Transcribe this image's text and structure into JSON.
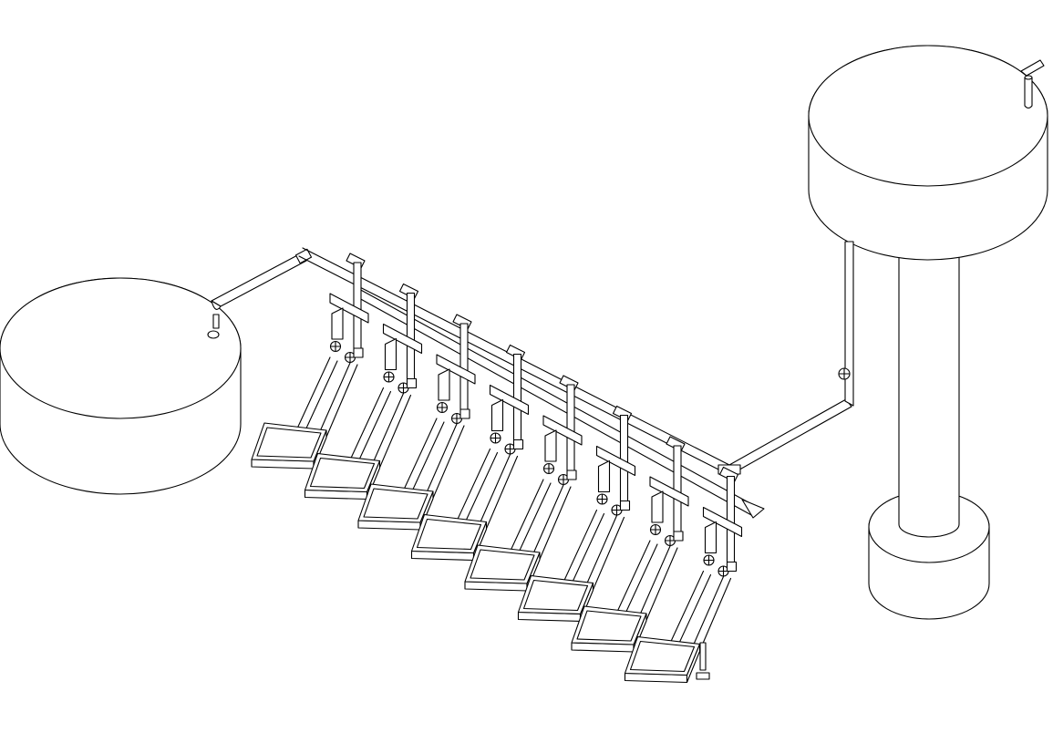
{
  "diagram": {
    "kind": "isometric piping schematic",
    "stroke_color": "#000000",
    "background_color": "#ffffff",
    "parts": {
      "ground_tank": "cylindrical-tank",
      "elevated_tank": "elevated-water-tower",
      "header": "distribution-header-pipe",
      "branches": 8,
      "valves_per_branch": 2
    }
  }
}
